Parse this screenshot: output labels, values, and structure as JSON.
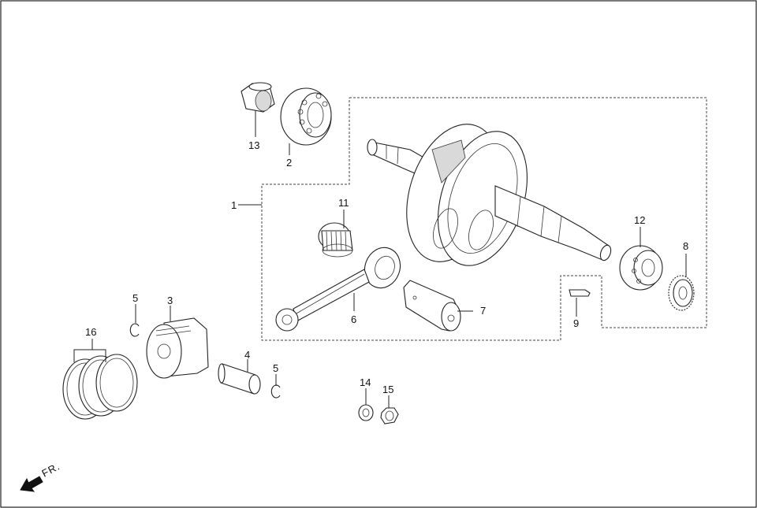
{
  "labels": {
    "p1": "1",
    "p2": "2",
    "p3": "3",
    "p4": "4",
    "p5a": "5",
    "p5b": "5",
    "p6": "6",
    "p7": "7",
    "p8": "8",
    "p9": "9",
    "p11": "11",
    "p12": "12",
    "p13": "13",
    "p14": "14",
    "p15": "15",
    "p16": "16"
  },
  "direction": {
    "text": "FR.",
    "icon": "front-arrow-icon"
  },
  "colors": {
    "line": "#222222",
    "background": "#ffffff"
  }
}
